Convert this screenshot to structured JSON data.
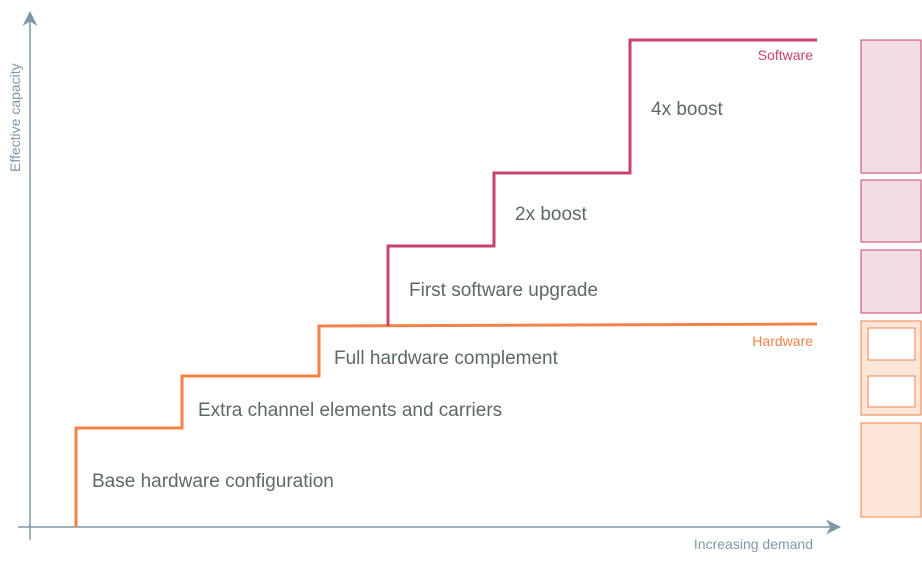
{
  "axes": {
    "y_label": "Effective capacity",
    "x_label": "Increasing demand"
  },
  "series": {
    "software": {
      "label": "Software",
      "color": "#c8426e"
    },
    "hardware": {
      "label": "Hardware",
      "color": "#f28245"
    }
  },
  "steps": [
    "Base hardware configuration",
    "Extra channel elements and carriers",
    "Full hardware complement",
    "First software upgrade",
    "2x boost",
    "4x boost"
  ],
  "colors": {
    "axis": "#7f98a8",
    "text": "#5b6b5f",
    "software_fill": "#f2dde3",
    "hardware_fill": "#fce6da"
  }
}
